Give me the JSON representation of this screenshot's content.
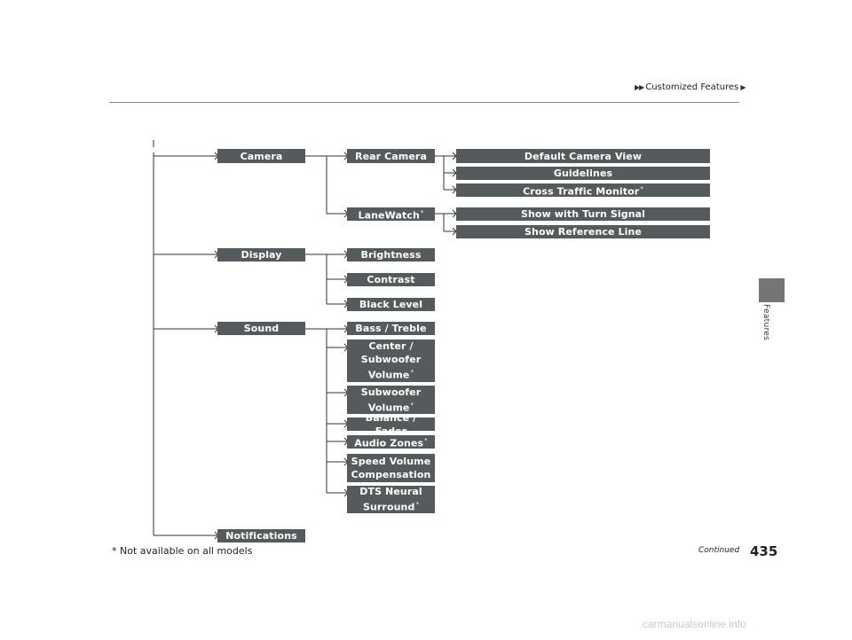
{
  "header": {
    "breadcrumb": "Customized Features"
  },
  "side_tab": {
    "label": "Features"
  },
  "tree": {
    "camera": "Camera",
    "rear_camera": "Rear Camera",
    "default_camera_view": "Default Camera View",
    "guidelines": "Guidelines",
    "cross_traffic_monitor": "Cross Traffic Monitor",
    "lanewatch": "LaneWatch",
    "show_with_turn_signal": "Show with Turn Signal",
    "show_reference_line": "Show Reference Line",
    "display": "Display",
    "brightness": "Brightness",
    "contrast": "Contrast",
    "black_level": "Black Level",
    "sound": "Sound",
    "bass_treble": "Bass / Treble",
    "center_subwoofer_1": "Center /",
    "center_subwoofer_2": "Subwoofer",
    "center_subwoofer_3": "Volume",
    "subwoofer_volume_1": "Subwoofer",
    "subwoofer_volume_2": "Volume",
    "balance_fader": "Balance / Fader",
    "audio_zones": "Audio Zones",
    "speed_volume_1": "Speed Volume",
    "speed_volume_2": "Compensation",
    "dts_neural_1": "DTS Neural",
    "dts_neural_2": "Surround",
    "notifications": "Notifications",
    "asterisk": "*"
  },
  "footer": {
    "footnote": "* Not available on all models",
    "continued": "Continued",
    "page_number": "435"
  },
  "watermark": "carmanualsonline.info"
}
